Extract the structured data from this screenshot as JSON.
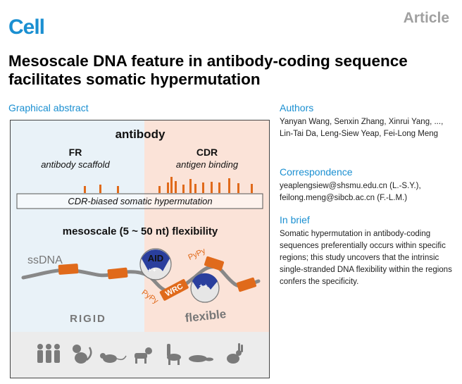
{
  "header": {
    "journal": "Cell",
    "article_type": "Article",
    "title": "Mesoscale DNA feature in antibody-coding sequence facilitates somatic hypermutation"
  },
  "graphical_abstract": {
    "label": "Graphical abstract",
    "heading": "antibody",
    "fr_title": "FR",
    "fr_subtitle": "antibody scaffold",
    "cdr_title": "CDR",
    "cdr_subtitle": "antigen binding",
    "shm_label": "CDR-biased somatic hypermutation",
    "flex_label": "mesoscale (5 ~ 50 nt) flexibility",
    "ssdna_label": "ssDNA",
    "aid_label": "AID",
    "wrc_label": "WRC",
    "pypy_label": "PyPy",
    "rigid_label": "RIGID",
    "flexible_label": "flexible",
    "colors": {
      "fr_bg": "#e9f2f8",
      "cdr_bg": "#fbe3d8",
      "accent": "#e06a1b",
      "aid_blue": "#2a3f9d"
    }
  },
  "authors": {
    "heading": "Authors",
    "text": "Yanyan Wang, Senxin Zhang, Xinrui Yang, ..., Lin-Tai Da, Leng-Siew Yeap, Fei-Long Meng"
  },
  "correspondence": {
    "heading": "Correspondence",
    "text": "yeaplengsiew@shsmu.edu.cn (L.-S.Y.), feilong.meng@sibcb.ac.cn (F.-L.M.)"
  },
  "in_brief": {
    "heading": "In brief",
    "text": "Somatic hypermutation in antibody-coding sequences preferentially occurs within specific regions; this study uncovers that the intrinsic single-stranded DNA flexibility within the regions confers the specificity."
  }
}
